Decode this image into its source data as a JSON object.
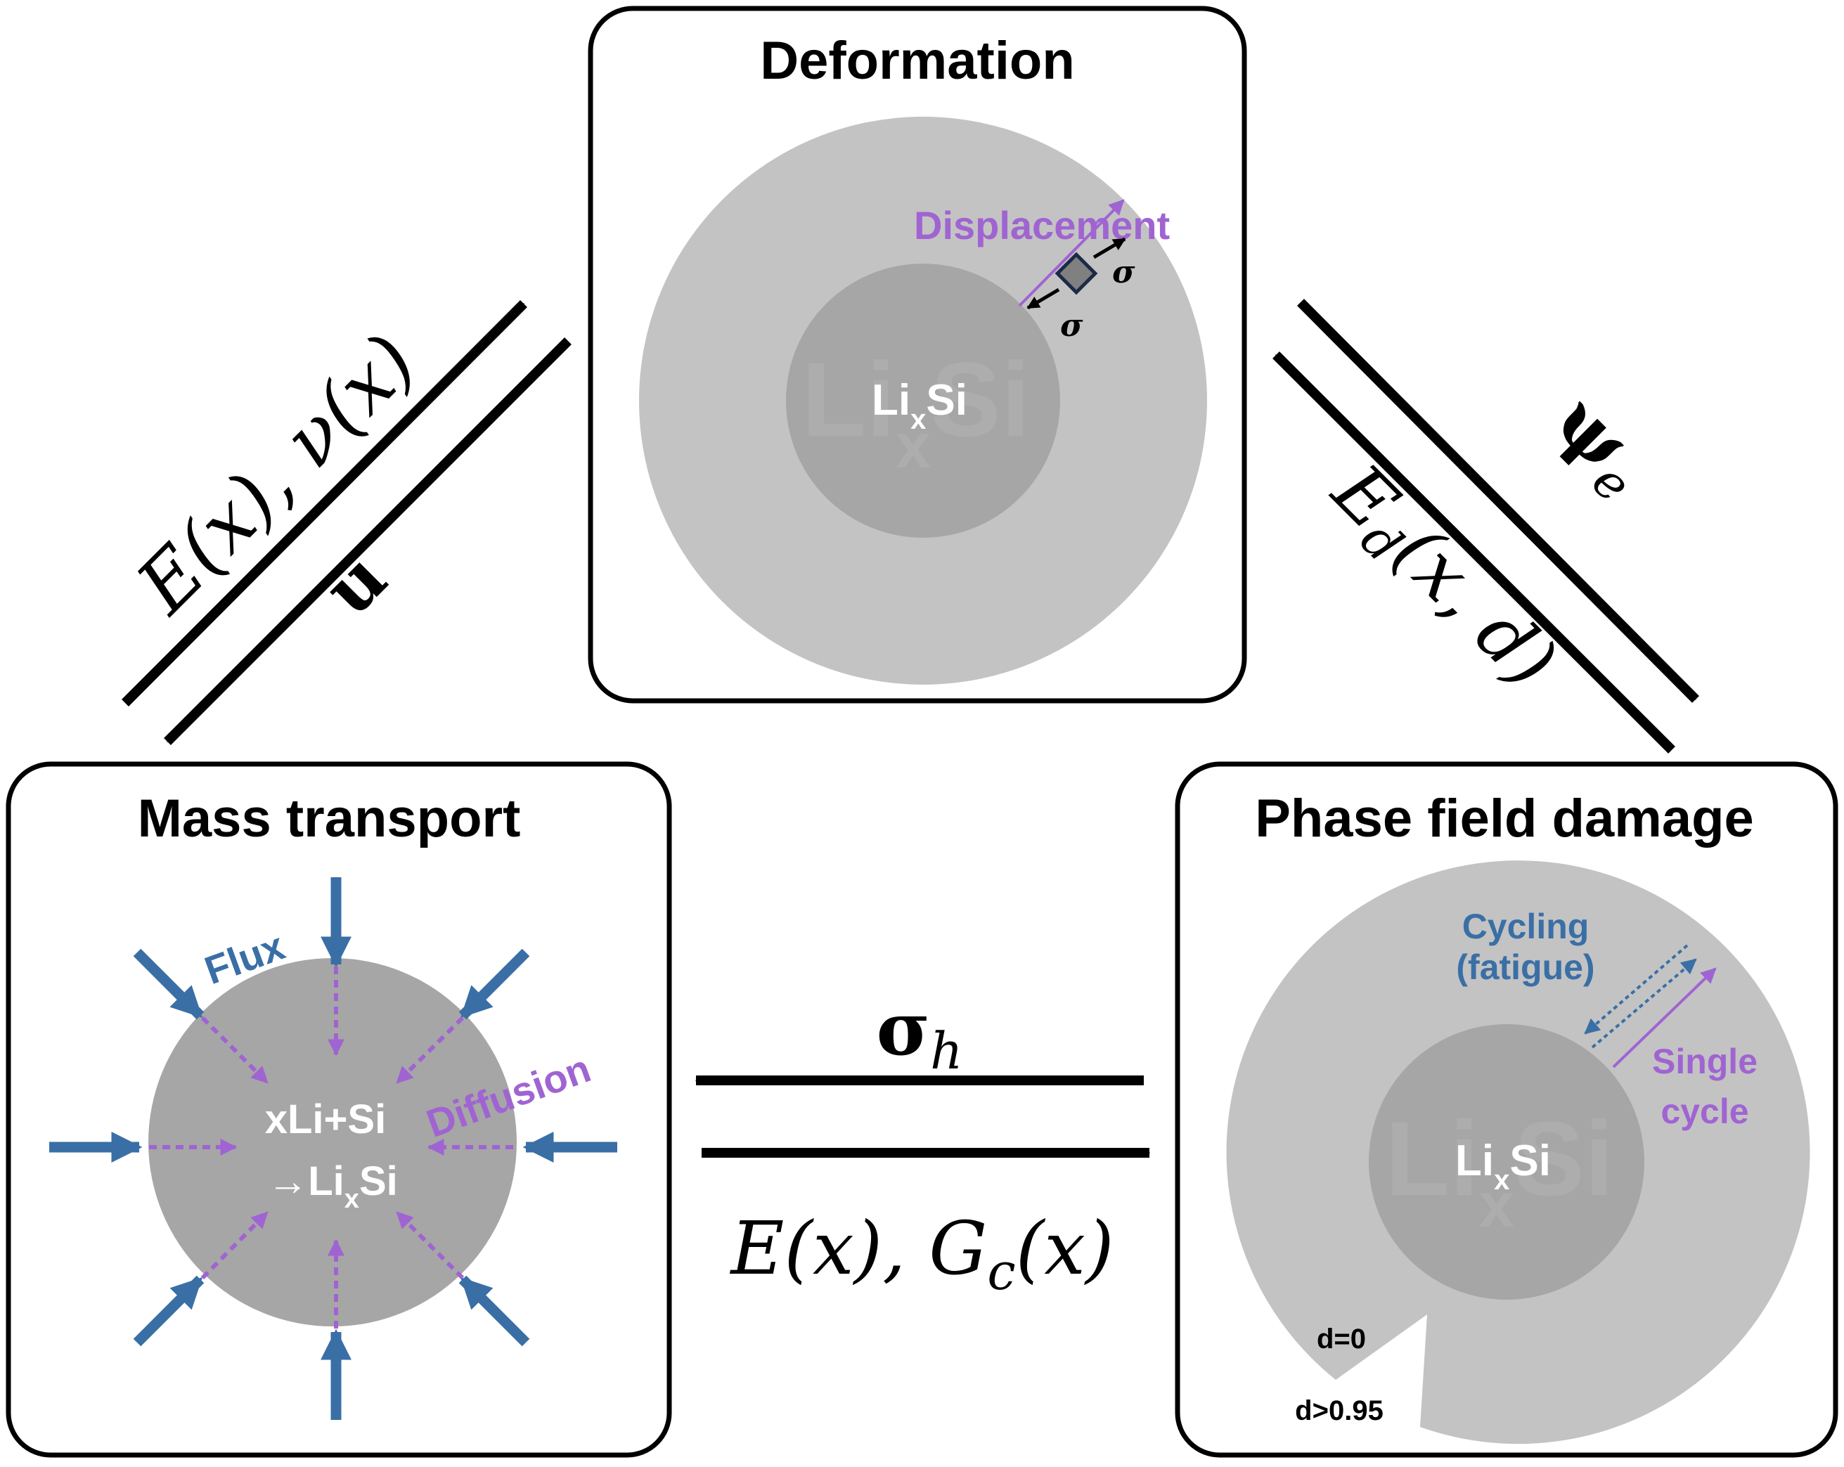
{
  "colors": {
    "shell": "#c3c3c3",
    "core": "#a6a6a6",
    "purple": "#a064d2",
    "blue": "#3a6fa6",
    "black": "#000000",
    "watermark": "#b3b3b3"
  },
  "deformation": {
    "title": "Deformation",
    "core_label_main": "Li",
    "core_label_sub": "x",
    "core_label_end": "Si",
    "watermark_main": "Li",
    "watermark_sub": "x",
    "watermark_end": "Si",
    "displacement_label": "Displacement",
    "stress_symbol": "σ"
  },
  "mass_transport": {
    "title": "Mass transport",
    "flux_label": "Flux",
    "diffusion_label": "Diffusion",
    "reaction_line1": "xLi+Si",
    "reaction_line2_pre": "→Li",
    "reaction_line2_sub": "x",
    "reaction_line2_end": "Si"
  },
  "phase_field": {
    "title": "Phase field damage",
    "cycling_line1": "Cycling",
    "cycling_line2": "(fatigue)",
    "single_line1": "Single",
    "single_line2": "cycle",
    "core_label_main": "Li",
    "core_label_sub": "x",
    "core_label_end": "Si",
    "watermark_main": "Li",
    "watermark_sub": "x",
    "watermark_end": "Si",
    "d0_label": "d=0",
    "d95_label": "d>0.95"
  },
  "couplings": {
    "left_up": {
      "text": "E(x), ν(x)"
    },
    "left_down": {
      "text": "u"
    },
    "right_down": {
      "main": "ψ",
      "sub": "e"
    },
    "right_up": {
      "main": "E",
      "sub": "d",
      "rest": "(x, d)"
    },
    "bottom_left": {
      "main": "σ",
      "sub": "h"
    },
    "bottom_right": {
      "pre": "E(x), G",
      "sub": "c",
      "post": "(x)"
    }
  }
}
